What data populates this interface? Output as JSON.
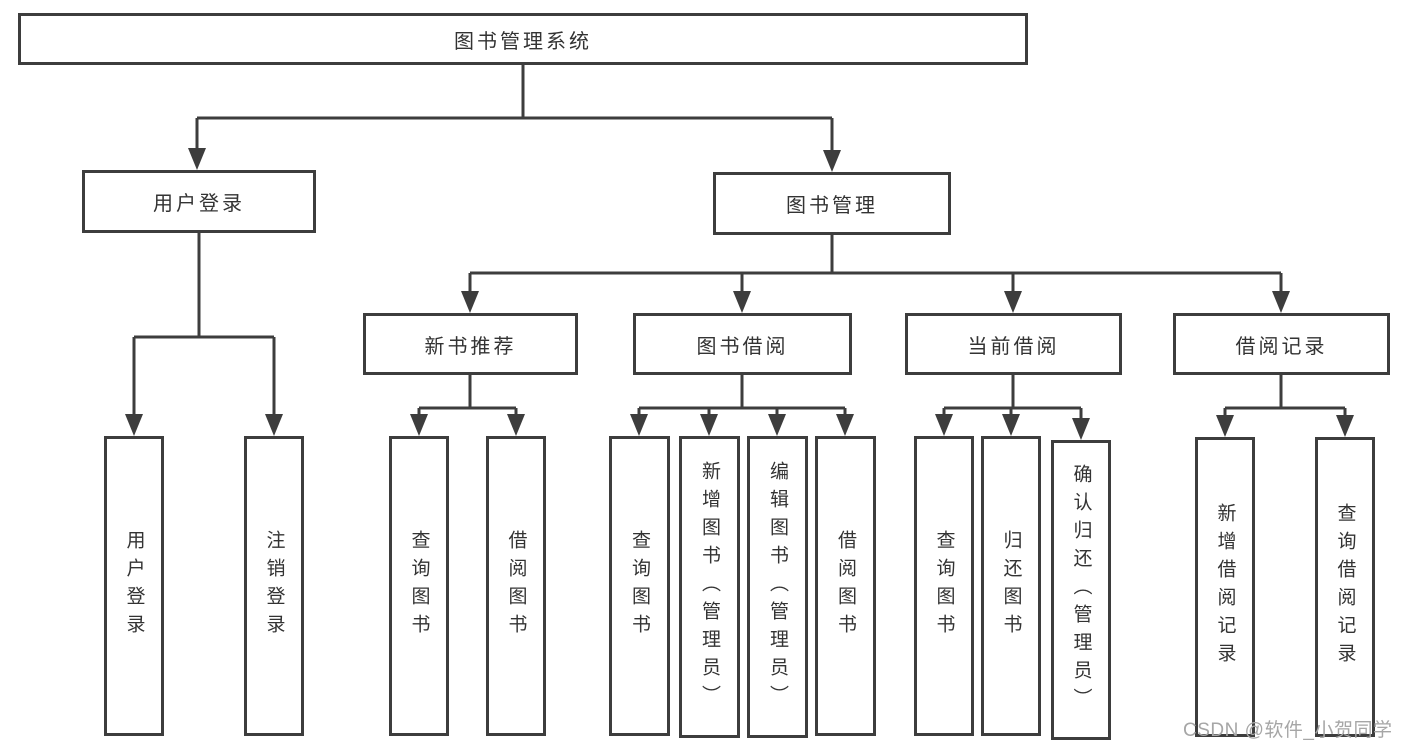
{
  "diagram": {
    "type": "org-chart",
    "nodes": {
      "root": "图书管理系统",
      "user_login": "用户登录",
      "book_mgmt": "图书管理",
      "new_books": "新书推荐",
      "book_borrow": "图书借阅",
      "current_borrow": "当前借阅",
      "borrow_records": "借阅记录",
      "leaf_user_login": "用户登录",
      "leaf_logout": "注销登录",
      "leaf_nb_query": "查询图书",
      "leaf_nb_borrow": "借阅图书",
      "leaf_bb_query": "查询图书",
      "leaf_bb_add": "新增图书（管理员）",
      "leaf_bb_edit": "编辑图书（管理员）",
      "leaf_bb_borrow": "借阅图书",
      "leaf_cb_query": "查询图书",
      "leaf_cb_return": "归还图书",
      "leaf_cb_confirm": "确认归还（管理员）",
      "leaf_br_add": "新增借阅记录",
      "leaf_br_query": "查询借阅记录"
    },
    "colors": {
      "line": "#3d3d3d",
      "box_border": "#3d3d3d",
      "text": "#333333",
      "background": "#ffffff",
      "watermark_text": "#a6a6a6"
    }
  },
  "watermark": "CSDN @软件_小贺同学"
}
